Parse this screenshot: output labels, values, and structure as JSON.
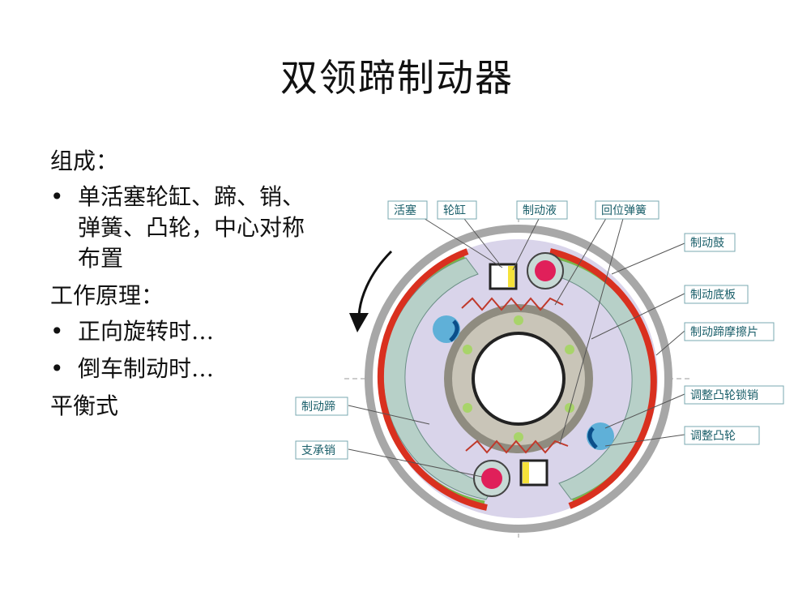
{
  "title": "双领蹄制动器",
  "composition": {
    "heading": "组成：",
    "bullets": [
      "单活塞轮缸、蹄、销、弹簧、凸轮，中心对称布置"
    ]
  },
  "principle": {
    "heading": "工作原理：",
    "bullets": [
      "正向旋转时…",
      "倒车制动时…"
    ]
  },
  "balanced": "平衡式",
  "diagram": {
    "labels": {
      "piston": "活塞",
      "wheel_cylinder": "轮缸",
      "brake_fluid": "制动液",
      "return_spring": "回位弹簧",
      "brake_drum": "制动鼓",
      "backing_plate": "制动底板",
      "lining": "制动蹄摩擦片",
      "cam_lock_pin": "调整凸轮锁销",
      "adjust_cam": "调整凸轮",
      "brake_shoe": "制动蹄",
      "support_pin": "支承销"
    },
    "colors": {
      "label_text": "#1a5f6a",
      "label_border": "#7aa8b0",
      "drum": "#a7a7a7",
      "backing_plate": "#d9d4ea",
      "shoe": "#b7d0c8",
      "lining_red": "#d9301f",
      "lining_green": "#7ab648",
      "hub": "#8f8c80",
      "bolt": "#a8d46a",
      "piston_yellow": "#f5e23a",
      "cam_blue": "#5fb0d8",
      "spring": "#c0392b"
    }
  }
}
